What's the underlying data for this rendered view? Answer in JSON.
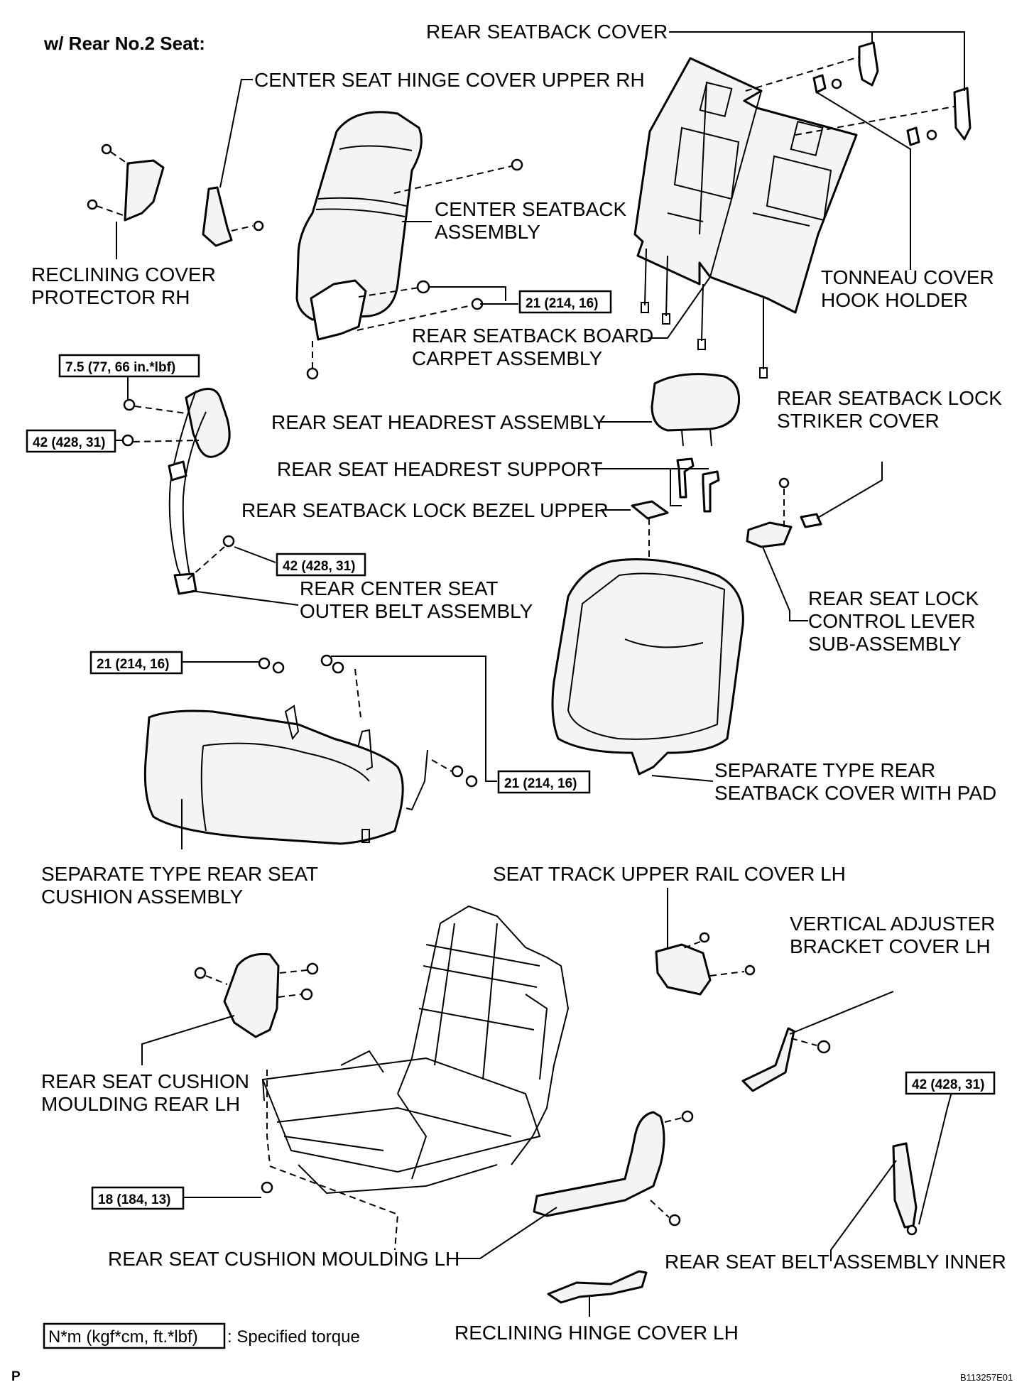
{
  "header": {
    "title": "w/ Rear No.2 Seat:"
  },
  "labels": {
    "rear_seatback_cover": "REAR SEATBACK COVER",
    "center_seat_hinge_cover_l1": "CENTER SEAT HINGE COVER UPPER RH",
    "center_seatback_l1": "CENTER SEATBACK",
    "center_seatback_l2": "ASSEMBLY",
    "reclining_cover_l1": "RECLINING COVER",
    "reclining_cover_l2": "PROTECTOR RH",
    "tonneau_l1": "TONNEAU COVER",
    "tonneau_l2": "HOOK HOLDER",
    "board_carpet_l1": "REAR SEATBACK BOARD",
    "board_carpet_l2": "CARPET ASSEMBLY",
    "headrest": "REAR SEAT HEADREST ASSEMBLY",
    "headrest_support": "REAR SEAT HEADREST SUPPORT",
    "lock_bezel": "REAR SEATBACK LOCK BEZEL UPPER",
    "striker_l1": "REAR SEATBACK LOCK",
    "striker_l2": "STRIKER COVER",
    "outer_belt_l1": "REAR CENTER SEAT",
    "outer_belt_l2": "OUTER BELT ASSEMBLY",
    "lock_lever_l1": "REAR SEAT LOCK",
    "lock_lever_l2": "CONTROL LEVER",
    "lock_lever_l3": "SUB-ASSEMBLY",
    "seatback_pad_l1": "SEPARATE TYPE REAR",
    "seatback_pad_l2": "SEATBACK COVER WITH PAD",
    "cushion_l1": "SEPARATE TYPE REAR SEAT",
    "cushion_l2": "CUSHION ASSEMBLY",
    "upper_rail_cover": "SEAT TRACK UPPER RAIL COVER LH",
    "vertical_adj_l1": "VERTICAL ADJUSTER",
    "vertical_adj_l2": "BRACKET COVER LH",
    "moulding_rear_l1": "REAR SEAT CUSHION",
    "moulding_rear_l2": "MOULDING REAR LH",
    "moulding_lh": "REAR SEAT CUSHION MOULDING LH",
    "belt_inner": "REAR SEAT BELT ASSEMBLY INNER",
    "hinge_cover_lh": "RECLINING HINGE COVER LH"
  },
  "torque": {
    "t21": "21 (214, 16)",
    "t7_5": "7.5 (77, 66 in.*lbf)",
    "t42": "42 (428, 31)",
    "t18": "18 (184, 13)"
  },
  "legend": {
    "box_text": "N*m (kgf*cm, ft.*lbf)",
    "suffix": ": Specified torque"
  },
  "footer": {
    "left_mark": "P",
    "figure_id": "B113257E01"
  }
}
